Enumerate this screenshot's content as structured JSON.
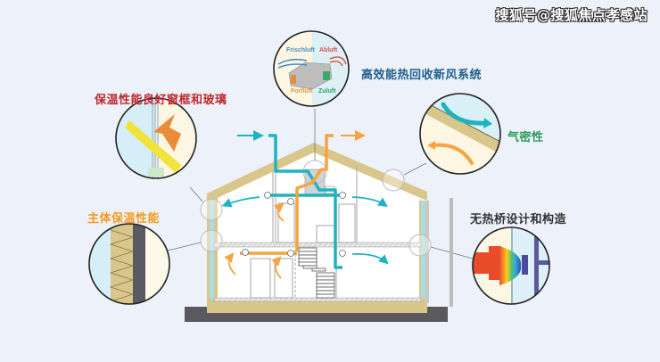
{
  "watermark": "搜狐号@搜狐焦点孝感站",
  "labels": {
    "ventilation": "高效能热回收新风系统",
    "windows": "保温性能良好窗框和玻璃",
    "airtight": "气密性",
    "insulation": "主体保温性能",
    "thermal_bridge": "无热桥设计和构造"
  },
  "hrv_labels": {
    "fresh_air": "Frischluft",
    "exhaust_air": "Abluft",
    "outgoing_air": "Fortluft",
    "supply_air": "Zuluft"
  },
  "colors": {
    "background": "#edf1f9",
    "ventilation_label": "#1f5e8c",
    "windows_label": "#c0282d",
    "airtight_label": "#2a9a5a",
    "insulation_label": "#f39a1e",
    "thermal_label": "#333333",
    "supply": "#1fb3bf",
    "exhaust": "#f6a440",
    "insulation": "#d9c68a",
    "ground": "#5a5a5e"
  }
}
